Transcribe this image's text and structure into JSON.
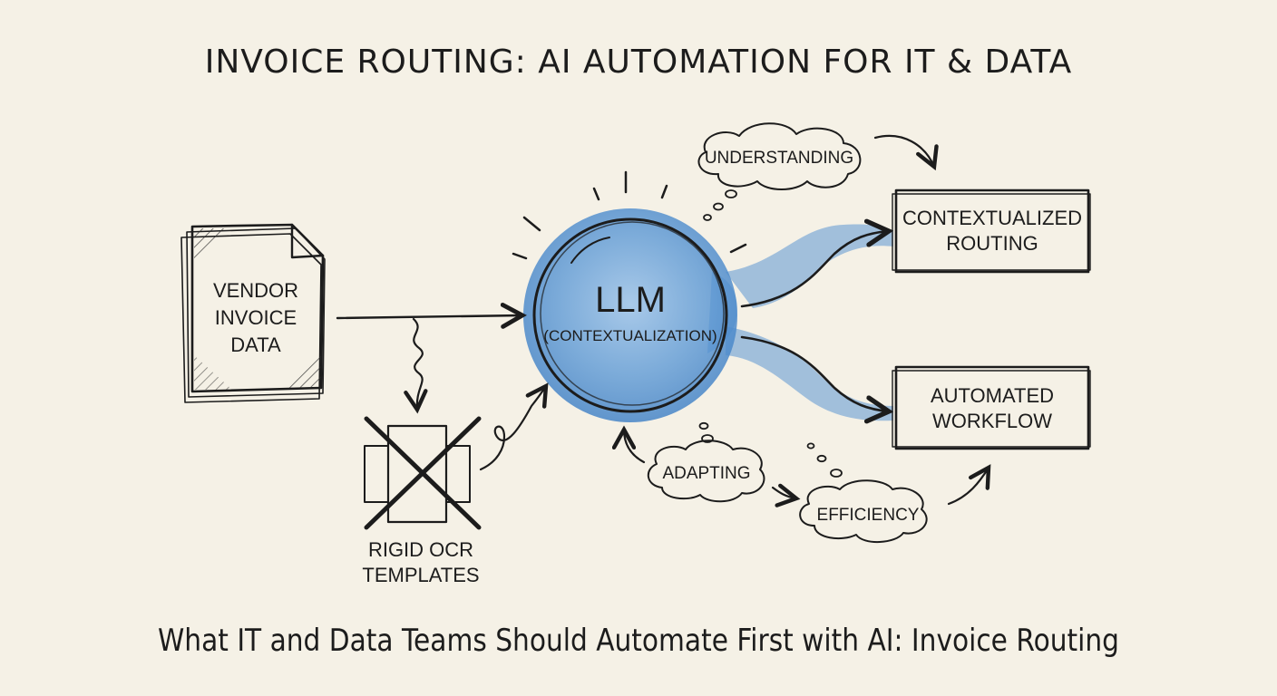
{
  "title": "INVOICE ROUTING: AI AUTOMATION FOR IT & DATA",
  "caption": "What IT and Data Teams Should Automate First with AI: Invoice Routing",
  "nodes": {
    "vendor_invoice": [
      "VENDOR",
      "INVOICE",
      "DATA"
    ],
    "llm": {
      "name": "LLM",
      "subtitle": "(CONTEXTUALIZATION)"
    },
    "rigid_ocr": [
      "RIGID OCR",
      "TEMPLATES"
    ],
    "contextualized_routing": [
      "CONTEXTUALIZED",
      "ROUTING"
    ],
    "automated_workflow": [
      "AUTOMATED",
      "WORKFLOW"
    ]
  },
  "thought_bubbles": {
    "understanding": "UNDERSTANDING",
    "adapting": "ADAPTING",
    "efficiency": "EFFICIENCY"
  },
  "colors": {
    "background": "#f5f1e6",
    "ink": "#1c1c1c",
    "watercolor_blue": "#4f8fd0"
  }
}
